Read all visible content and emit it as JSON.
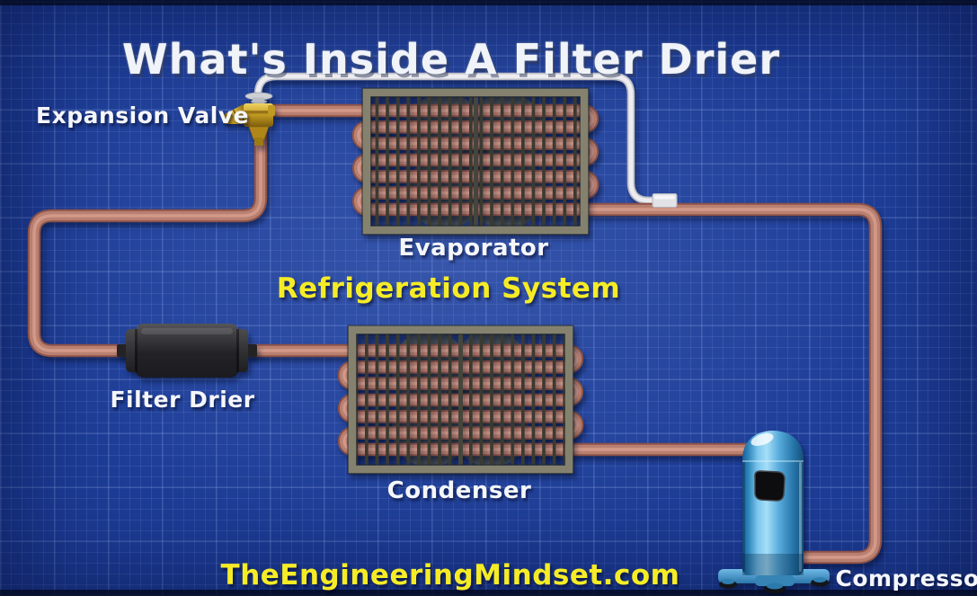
{
  "title": "What's Inside A Filter Drier",
  "system_label": "Refrigeration System",
  "watermark": "TheEngineeringMindset.com",
  "labels": {
    "expansion_valve": "Expansion Valve",
    "evaporator": "Evaporator",
    "filter_drier": "Filter Drier",
    "condenser": "Condenser",
    "compressor": "Compressor"
  },
  "components": [
    "expansion-valve",
    "evaporator-coil",
    "filter-drier",
    "condenser-coil",
    "compressor",
    "capillary-tube",
    "sensing-bulb",
    "refrigerant-piping"
  ],
  "colors": {
    "background": "#1d3d97",
    "grid_line": "#4a66bf",
    "copper_pipe": "#b97f70",
    "copper_dark": "#8d5348",
    "copper_light": "#d8a090",
    "capillary": "#ededf1",
    "capillary_dark": "#bcbdc6",
    "coil_frame": "#85836f",
    "grille_bar": "#3a3a31",
    "fan_blade": "#4e544f",
    "filter_drier_body": "#2c2c2e",
    "compressor_blue": "#3e9ad2",
    "valve_brass": "#c79f24",
    "label_white": "#f4f6fa",
    "accent_yellow": "#f6ec26"
  }
}
